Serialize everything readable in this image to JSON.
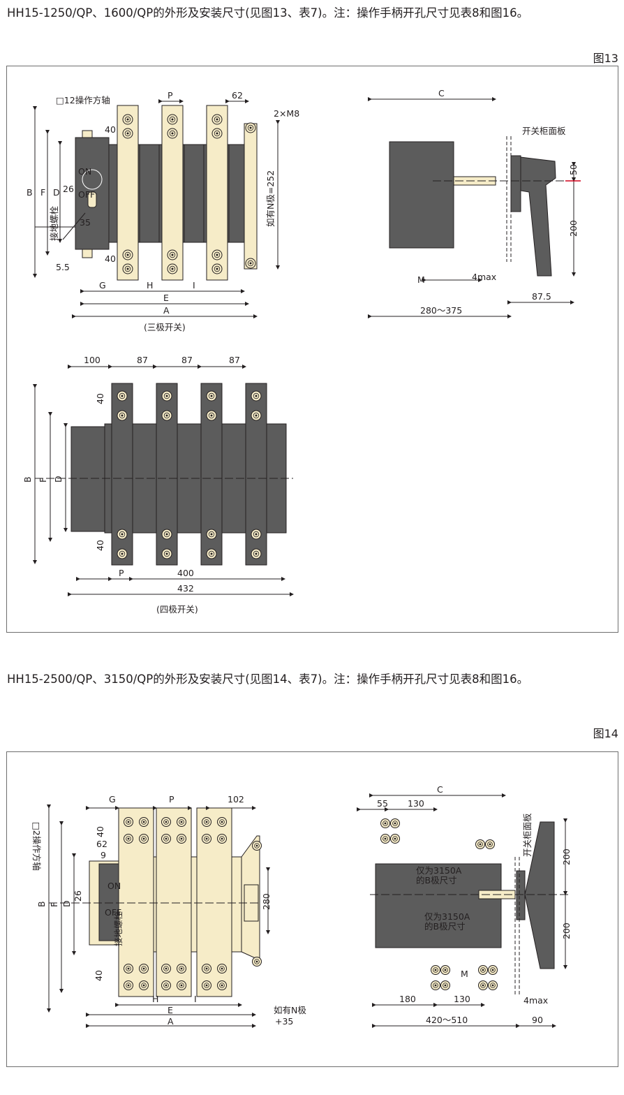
{
  "section1": {
    "text": "HH15-1250/QP、1600/QP的外形及安装尺寸(见图13、表7)。注：操作手柄开孔尺寸见表8和图16。",
    "figure_label": "图13",
    "top": {
      "labels": {
        "shaft": "□12操作方轴",
        "p": "P",
        "d62": "62",
        "m8": "2×M8",
        "d40a": "40",
        "d40b": "40",
        "on": "ON",
        "off": "OFF",
        "d26": "26",
        "b": "B",
        "f": "F",
        "d": "D",
        "ground": "接地螺栓",
        "d35": "35",
        "d55": "5.5",
        "n252": "如有N极=252",
        "g": "G",
        "h": "H",
        "i": "I",
        "e": "E",
        "a": "A",
        "caption": "(三极开关)"
      }
    },
    "side": {
      "labels": {
        "c": "C",
        "panel": "开关柜面板",
        "d50": "50",
        "d200": "200",
        "m": "M",
        "max4": "4max",
        "d875": "87.5",
        "range": "280～375"
      }
    },
    "four_pole": {
      "labels": {
        "d100": "100",
        "d87a": "87",
        "d87b": "87",
        "d87c": "87",
        "d40a": "40",
        "d40b": "40",
        "b": "B",
        "f": "F",
        "d": "D",
        "p": "P",
        "d400": "400",
        "d432": "432",
        "caption": "(四极开关)"
      }
    }
  },
  "section2": {
    "text": "HH15-2500/QP、3150/QP的外形及安装尺寸(见图14、表7)。注：操作手柄开孔尺寸见表8和图16。",
    "figure_label": "图14",
    "top": {
      "labels": {
        "g": "G",
        "p": "P",
        "d102": "102",
        "d40": "40",
        "d62": "62",
        "d9": "9",
        "shaft": "□2操作方轴",
        "d26": "26",
        "b": "B",
        "f": "F",
        "d": "D",
        "on": "ON",
        "off": "OFF",
        "ground": "接地螺栓",
        "d280": "280",
        "d40b": "40",
        "h": "H",
        "i": "I",
        "e": "E",
        "a": "A",
        "n35": "如有N极",
        "n35b": "+35"
      }
    },
    "side": {
      "labels": {
        "c": "C",
        "d55": "55",
        "d130a": "130",
        "panel": "开关柜面板",
        "only1": "仅为3150A",
        "only1b": "的B极尺寸",
        "only2": "仅为3150A",
        "only2b": "的B极尺寸",
        "d200a": "200",
        "d200b": "200",
        "m": "M",
        "max4": "4max",
        "d180": "180",
        "d130b": "130",
        "range": "420～510",
        "d90": "90"
      }
    }
  },
  "colors": {
    "body_dark": "#5c5c5c",
    "busbar": "#f6ecc8",
    "stroke": "#231f20",
    "frame": "#6e6e6e",
    "accent_red": "#d2001a"
  }
}
